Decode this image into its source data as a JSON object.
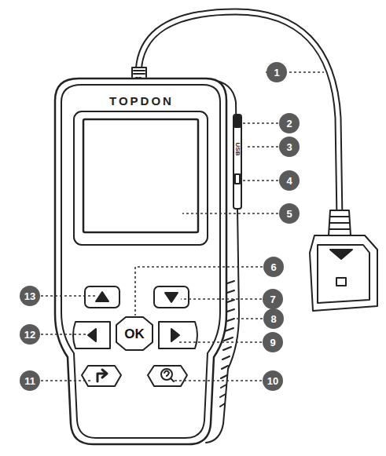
{
  "diagram": {
    "labels": [
      "1",
      "2",
      "3",
      "4",
      "5",
      "6",
      "7",
      "8",
      "9",
      "10",
      "11",
      "12",
      "13",
      "TOPDON",
      "USB",
      "OK"
    ]
  }
}
